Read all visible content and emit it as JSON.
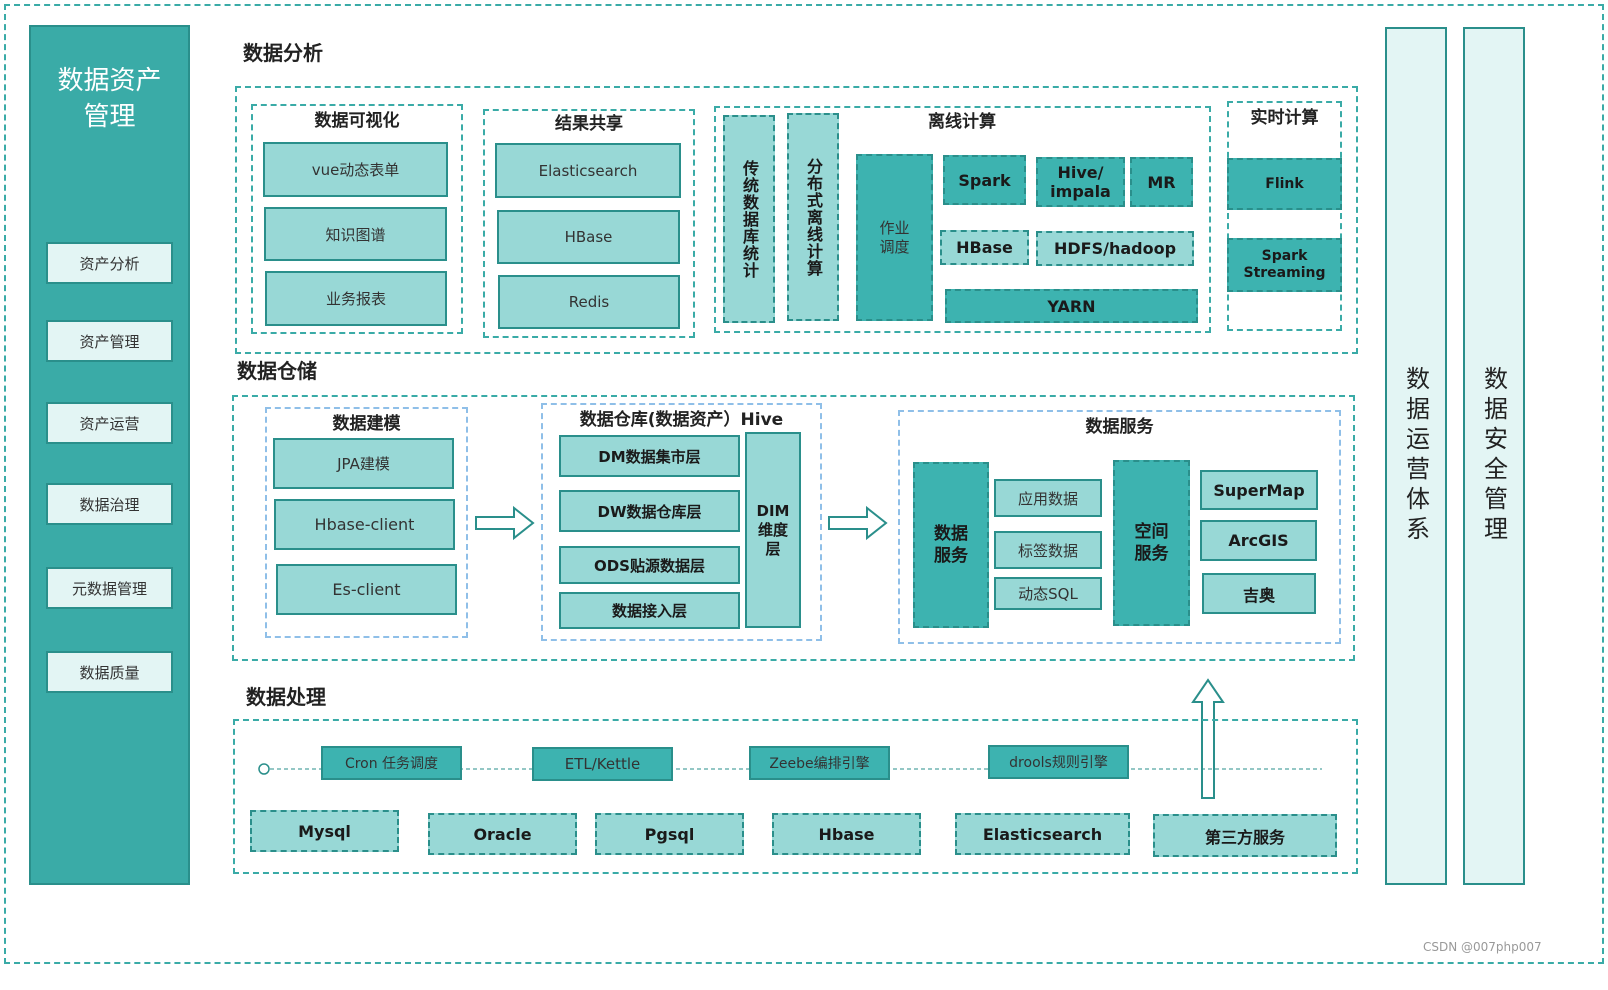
{
  "left_panel": {
    "title": "数据资产管理",
    "items": [
      "资产分析",
      "资产管理",
      "资产运营",
      "数据治理",
      "元数据管理",
      "数据质量"
    ]
  },
  "right_panels": [
    "数据运营体系",
    "数据安全管理"
  ],
  "analysis": {
    "title": "数据分析",
    "visualization": {
      "title": "数据可视化",
      "items": [
        "vue动态表单",
        "知识图谱",
        "业务报表"
      ]
    },
    "sharing": {
      "title": "结果共享",
      "items": [
        "Elasticsearch",
        "HBase",
        "Redis"
      ]
    },
    "offline": {
      "title": "离线计算",
      "traditional": "传统数据库统计",
      "distributed": "分布式离线计算",
      "scheduling": "作业调度",
      "spark": "Spark",
      "hive": "Hive/ impala",
      "mr": "MR",
      "hbase": "HBase",
      "hdfs": "HDFS/hadoop",
      "yarn": "YARN"
    },
    "realtime": {
      "title": "实时计算",
      "flink": "Flink",
      "spark_streaming": "Spark Streaming"
    }
  },
  "warehouse": {
    "title": "数据仓储",
    "modeling": {
      "title": "数据建模",
      "items": [
        "JPA建模",
        "Hbase-client",
        "Es-client"
      ]
    },
    "hive_dw": {
      "title": "数据仓库(数据资产）Hive",
      "layers": [
        "DM数据集市层",
        "DW数据仓库层",
        "ODS贴源数据层",
        "数据接入层"
      ],
      "dim": "DIM维度层"
    },
    "service": {
      "title": "数据服务",
      "data_service": "数据服务",
      "items": [
        "应用数据",
        "标签数据",
        "动态SQL"
      ],
      "spatial": "空间服务",
      "gis": [
        "SuperMap",
        "ArcGIS",
        "吉奥"
      ]
    }
  },
  "processing": {
    "title": "数据处理",
    "pipeline": [
      "Cron 任务调度",
      "ETL/Kettle",
      "Zeebe编排引擎",
      "drools规则引擎"
    ],
    "sources": [
      "Mysql",
      "Oracle",
      "Pgsql",
      "Hbase",
      "Elasticsearch",
      "第三方服务"
    ]
  },
  "watermark": "CSDN @007php007"
}
